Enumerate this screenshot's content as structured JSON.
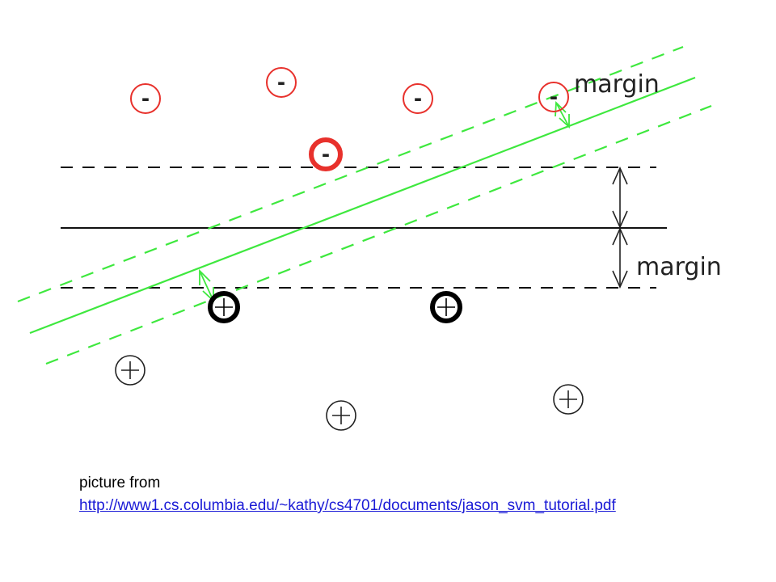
{
  "colors": {
    "negative": "#e8312c",
    "positive": "#000000",
    "svm_line": "#3ee83e",
    "baseline": "#111111",
    "arrow_black": "#222222"
  },
  "labels": {
    "margin_top": "margin",
    "margin_right": "margin",
    "negative_symbol": "-",
    "positive_symbol": "+"
  },
  "caption": {
    "prefix": "picture from",
    "link": "http://www1.cs.columbia.edu/~kathy/cs4701/documents/jason_svm_tutorial.pdf"
  }
}
